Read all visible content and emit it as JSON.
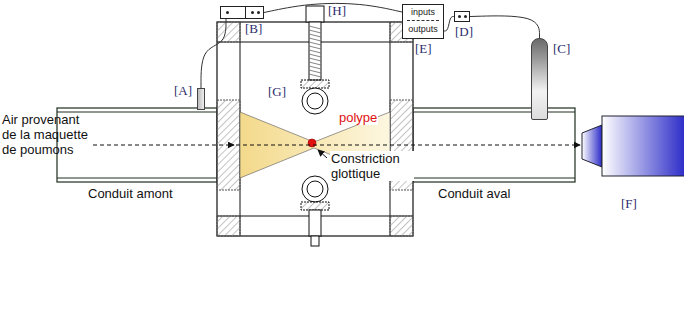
{
  "diagram": {
    "nodes": [
      {
        "text": [
          "[B]"
        ]
      },
      {
        "text": [
          "inputs",
          "outputs",
          "[E]"
        ]
      },
      {
        "text": [
          "[D]"
        ]
      },
      {
        "text": [
          "[C]"
        ]
      },
      {
        "text": [
          "[A]"
        ]
      }
    ],
    "edges": [
      {
        "from": 0,
        "to": 1,
        "arrow": "none"
      },
      {
        "from": 1,
        "to": 2,
        "arrow": "none"
      },
      {
        "from": 2,
        "to": 3,
        "arrow": "none"
      },
      {
        "from": 4,
        "to": 0,
        "arrow": "none"
      }
    ],
    "labels": [
      "Air provenant de la maquette de poumons",
      "polype",
      "Conduit amont",
      "Constriction glottique",
      "Conduit aval",
      "[F]",
      "[G]",
      "[H]"
    ]
  }
}
